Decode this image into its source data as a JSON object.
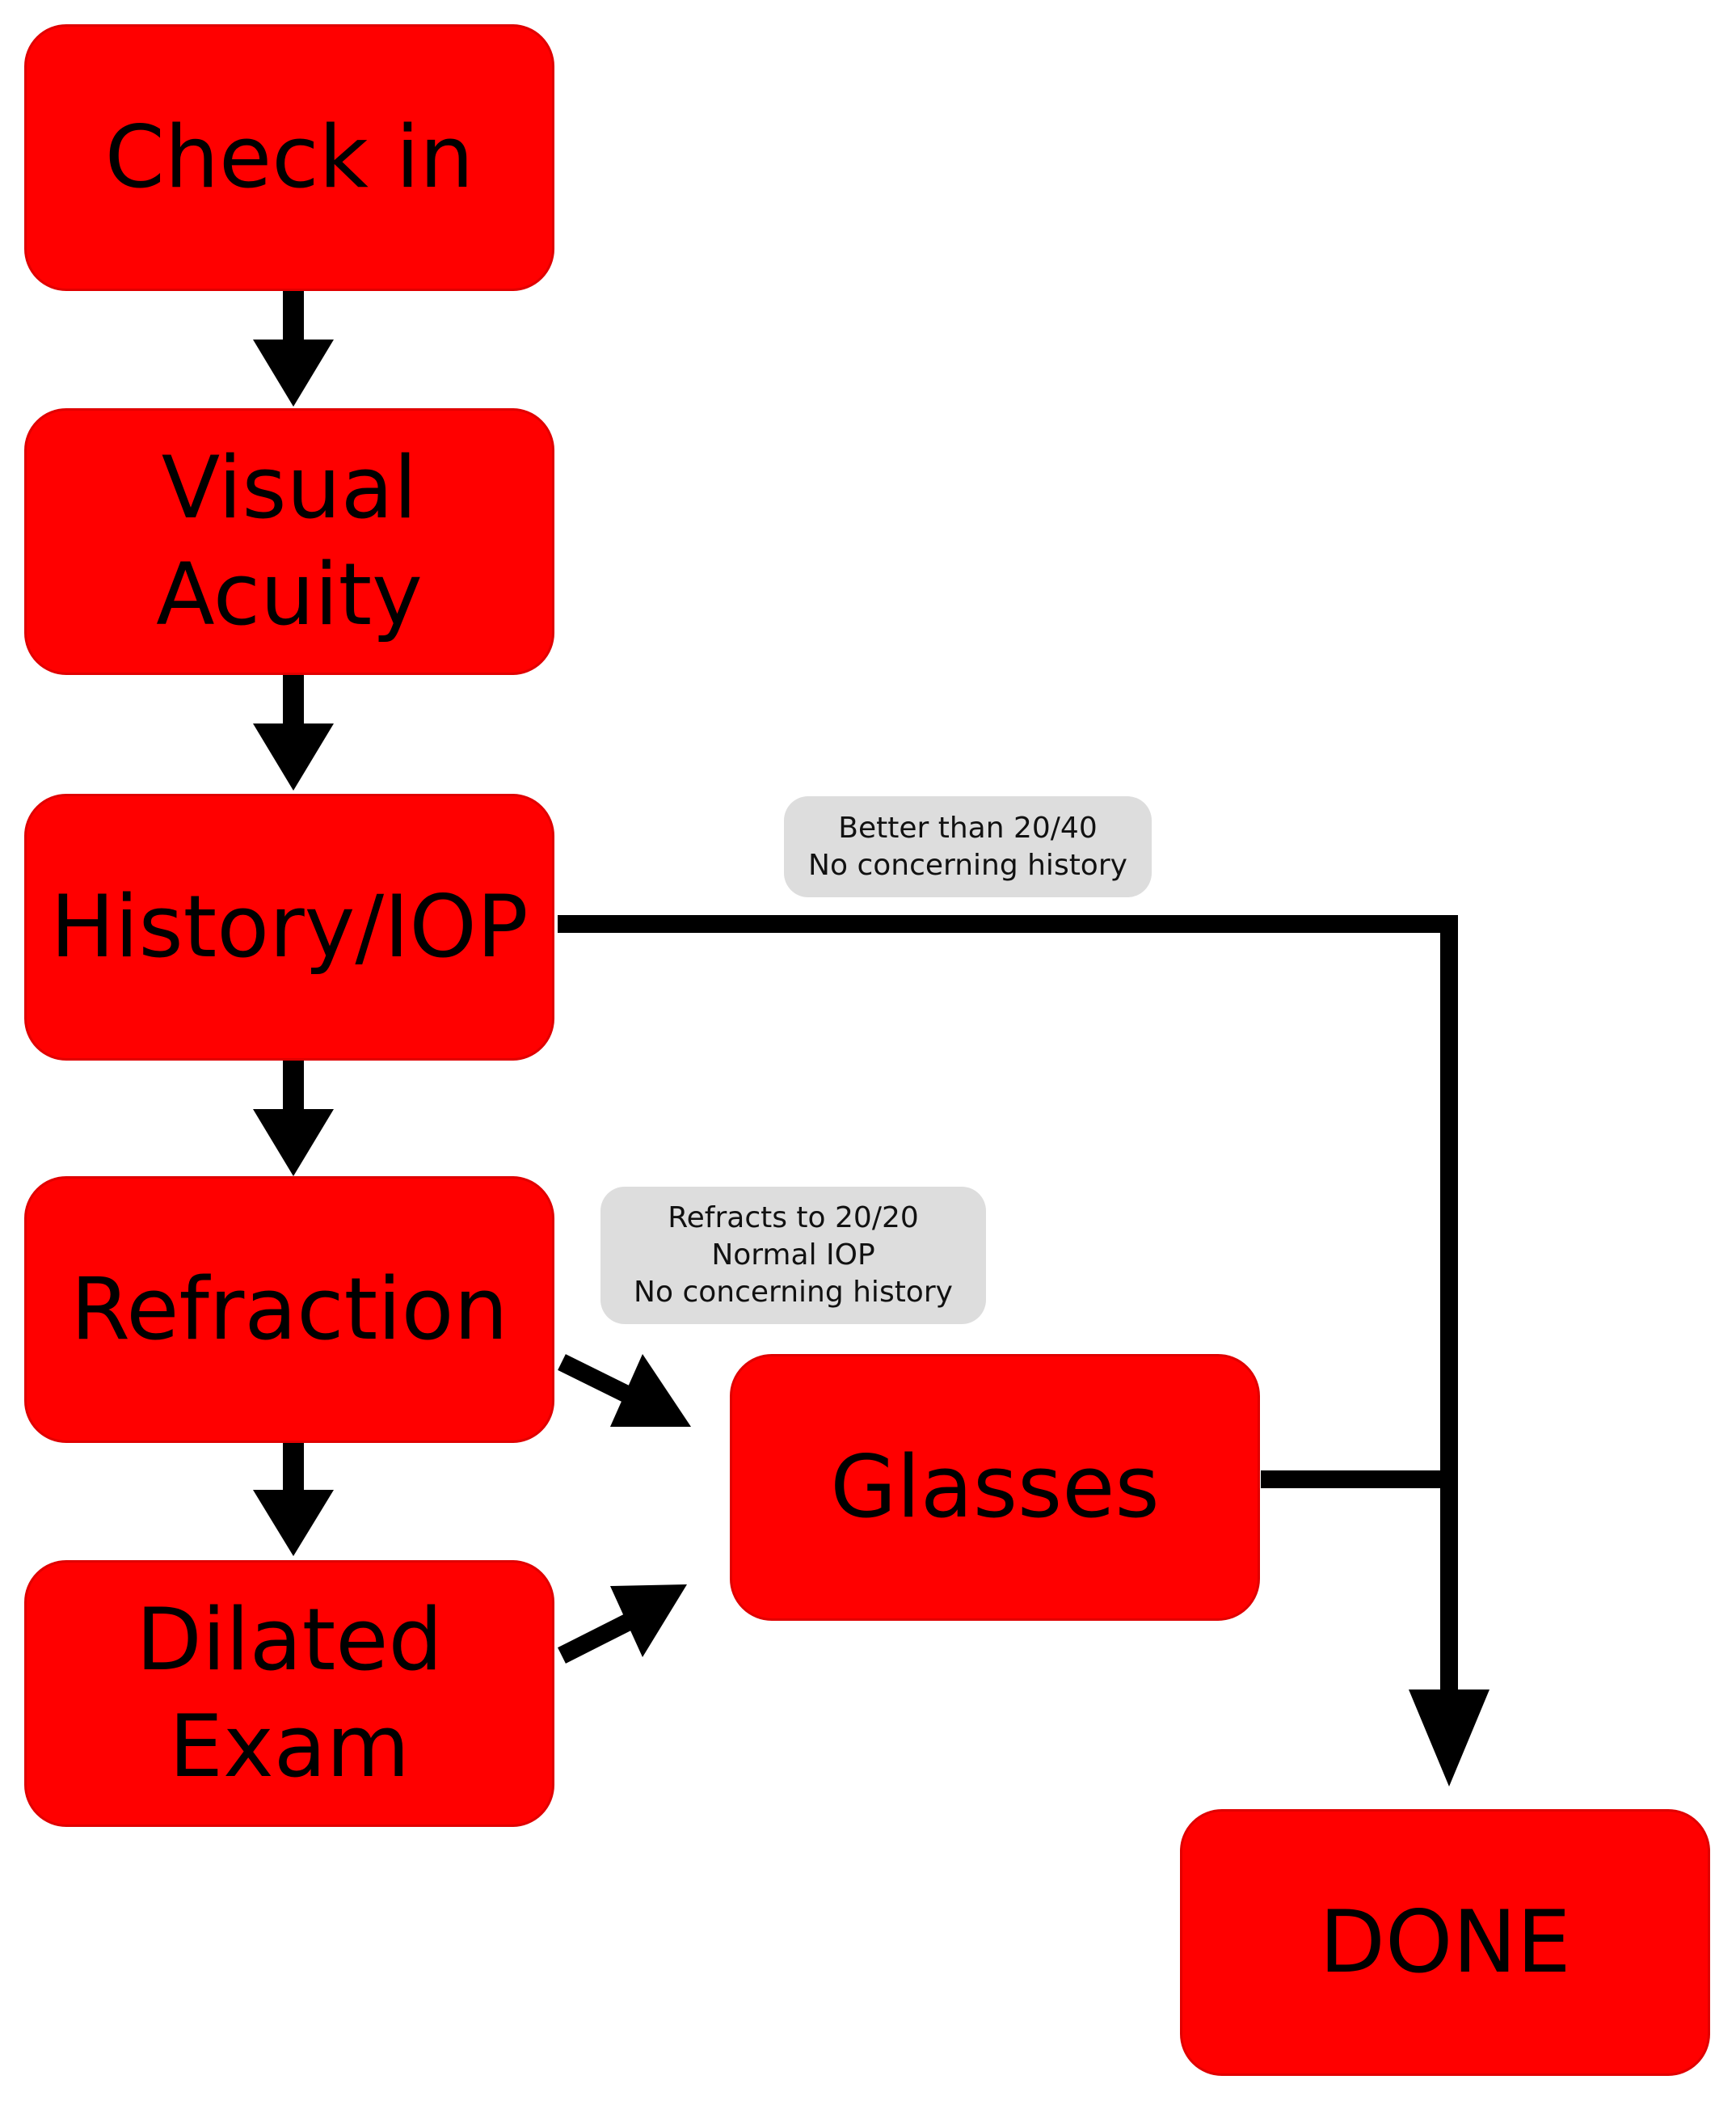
{
  "colors": {
    "node_fill": "#ff0000",
    "note_fill": "#dddddd",
    "text": "#000000",
    "arrow": "#000000"
  },
  "nodes": {
    "check_in": "Check in",
    "visual_acuity": "Visual\nAcuity",
    "history_iop": "History/IOP",
    "refraction": "Refraction",
    "dilated_exam": "Dilated\nExam",
    "glasses": "Glasses",
    "done": "DONE"
  },
  "notes": {
    "skip_to_done": "Better than 20/40\nNo concerning history",
    "to_glasses": "Refracts to 20/20\nNormal IOP\nNo concerning history"
  }
}
